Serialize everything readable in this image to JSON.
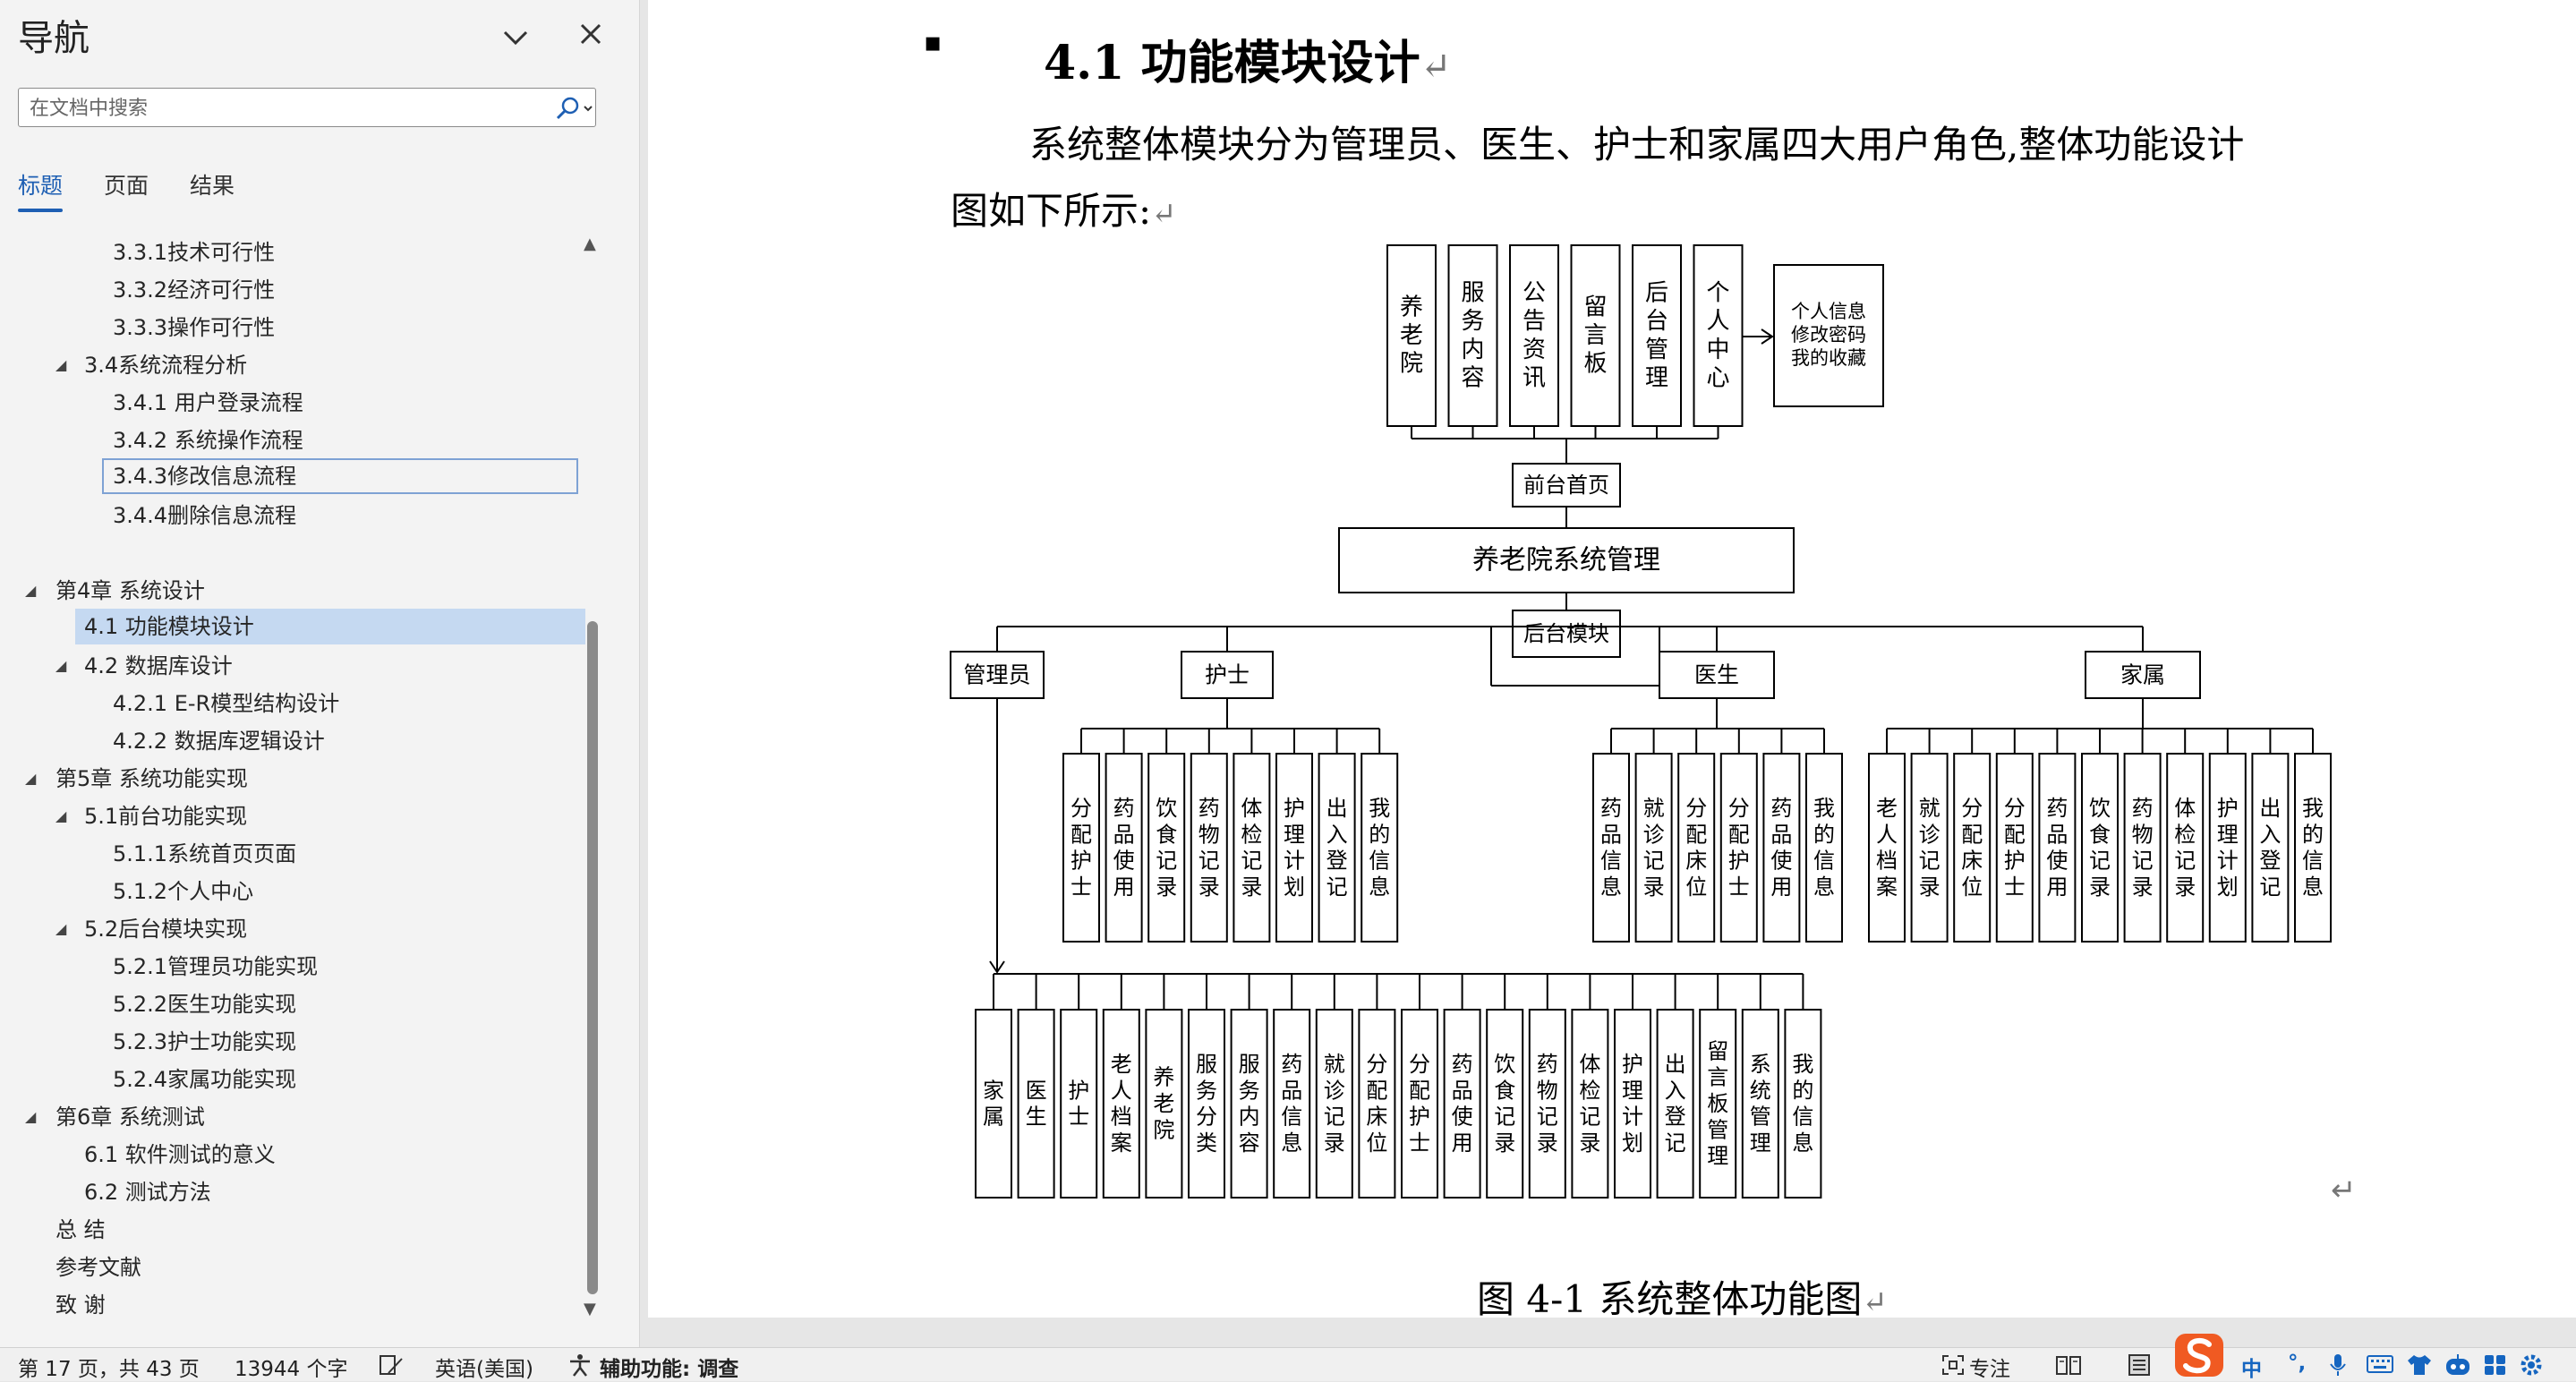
{
  "nav": {
    "title": "导航",
    "search_placeholder": "在文档中搜索",
    "tabs": [
      "标题",
      "页面",
      "结果"
    ],
    "items": [
      "3.3.1技术可行性",
      "3.3.2经济可行性",
      "3.3.3操作可行性",
      "3.4系统流程分析",
      "3.4.1 用户登录流程",
      "3.4.2 系统操作流程",
      "3.4.3修改信息流程",
      "3.4.4删除信息流程",
      "第4章 系统设计",
      "4.1 功能模块设计",
      "4.2 数据库设计",
      "4.2.1 E-R模型结构设计",
      "4.2.2 数据库逻辑设计",
      "第5章 系统功能实现",
      "5.1前台功能实现",
      "5.1.1系统首页页面",
      "5.1.2个人中心",
      "5.2后台模块实现",
      "5.2.1管理员功能实现",
      "5.2.2医生功能实现",
      "5.2.3护士功能实现",
      "5.2.4家属功能实现",
      "第6章 系统测试",
      "6.1 软件测试的意义",
      "6.2 测试方法",
      "总 结",
      "参考文献",
      "致 谢"
    ]
  },
  "doc": {
    "heading": "4.1  功能模块设计",
    "para_line1": "系统整体模块分为管理员、医生、护士和家属四大用户角色,整体功能设计",
    "para_line2": "图如下所示:",
    "caption": "图 4-1  系统整体功能图"
  },
  "diagram": {
    "top_modules": [
      "养老院",
      "服务内容",
      "公告资讯",
      "留言板",
      "后台管理",
      "个人中心"
    ],
    "personal_box": [
      "个人信息",
      "修改密码",
      "我的收藏"
    ],
    "front_home": "前台首页",
    "root": "养老院系统管理",
    "backend": "后台模块",
    "roles": [
      "管理员",
      "护士",
      "医生",
      "家属"
    ],
    "nurse_functions": [
      "分配护士",
      "药品使用",
      "饮食记录",
      "药物记录",
      "体检记录",
      "护理计划",
      "出入登记",
      "我的信息"
    ],
    "doctor_functions": [
      "药品信息",
      "就诊记录",
      "分配床位",
      "分配护士",
      "药品使用",
      "我的信息"
    ],
    "family_functions": [
      "老人档案",
      "就诊记录",
      "分配床位",
      "分配护士",
      "药品使用",
      "饮食记录",
      "药物记录",
      "体检记录",
      "护理计划",
      "出入登记",
      "我的信息"
    ],
    "admin_functions": [
      "家属",
      "医生",
      "护士",
      "老人档案",
      "养老院",
      "服务分类",
      "服务内容",
      "药品信息",
      "就诊记录",
      "分配床位",
      "分配护士",
      "药品使用",
      "饮食记录",
      "药物记录",
      "体检记录",
      "护理计划",
      "出入登记",
      "留言板管理",
      "系统管理",
      "我的信息"
    ]
  },
  "status": {
    "page": "第 17 页，共 43 页",
    "words": "13944 个字",
    "language": "英语(美国)",
    "accessibility": "辅助功能: 调查",
    "focus": "专注",
    "ime": [
      "中",
      "°,"
    ]
  }
}
